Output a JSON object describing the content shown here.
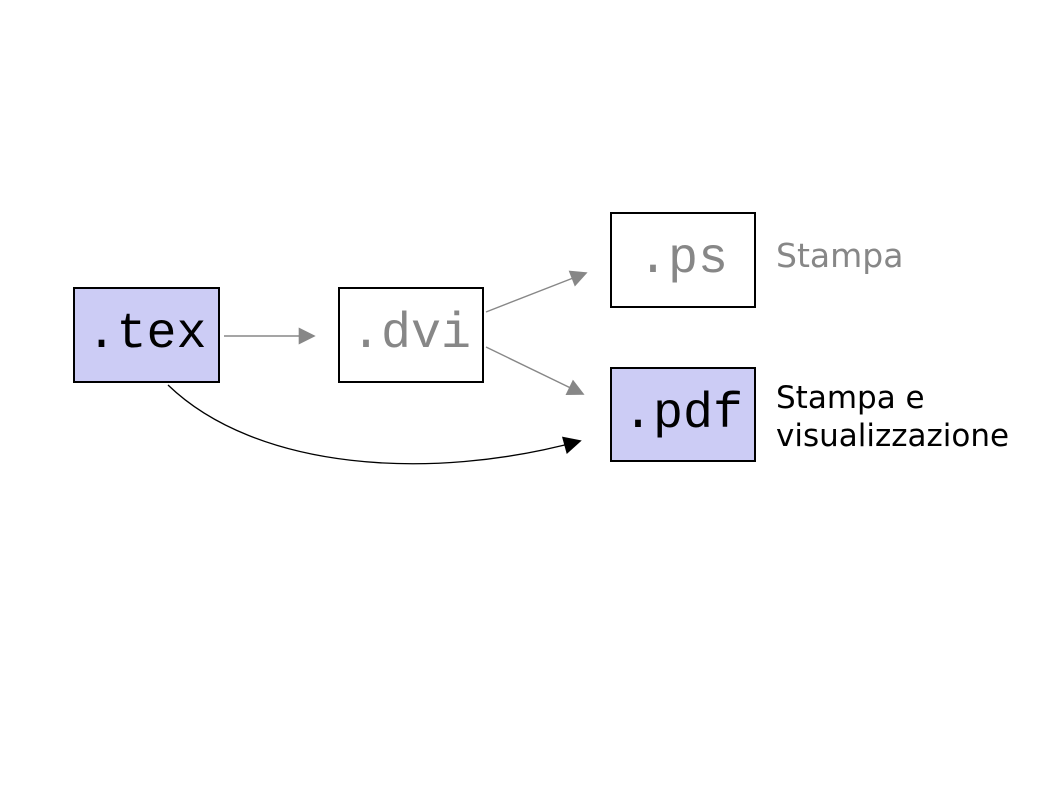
{
  "canvas": {
    "background": "#ffffff",
    "accent_fill": "#ccccf5",
    "gray": "#878787",
    "black": "#000000"
  },
  "nodes": {
    "tex": {
      "label": ".tex",
      "fill": "#ccccf5",
      "text_color": "#000000"
    },
    "dvi": {
      "label": ".dvi",
      "fill": "#ffffff",
      "text_color": "#878787"
    },
    "ps": {
      "label": ".ps",
      "fill": "#ffffff",
      "text_color": "#878787"
    },
    "pdf": {
      "label": ".pdf",
      "fill": "#ccccf5",
      "text_color": "#000000"
    }
  },
  "annotations": {
    "ps_note": {
      "text": "Stampa",
      "color": "#878787"
    },
    "pdf_note": {
      "line1": "Stampa e",
      "line2": "visualizzazione",
      "color": "#000000"
    }
  },
  "edges": {
    "tex_to_dvi": {
      "from": "tex",
      "to": "dvi",
      "color": "#878787",
      "style": "straight"
    },
    "dvi_to_ps": {
      "from": "dvi",
      "to": "ps",
      "color": "#878787",
      "style": "straight"
    },
    "dvi_to_pdf": {
      "from": "dvi",
      "to": "pdf",
      "color": "#878787",
      "style": "straight"
    },
    "tex_to_pdf": {
      "from": "tex",
      "to": "pdf",
      "color": "#000000",
      "style": "curved"
    }
  }
}
